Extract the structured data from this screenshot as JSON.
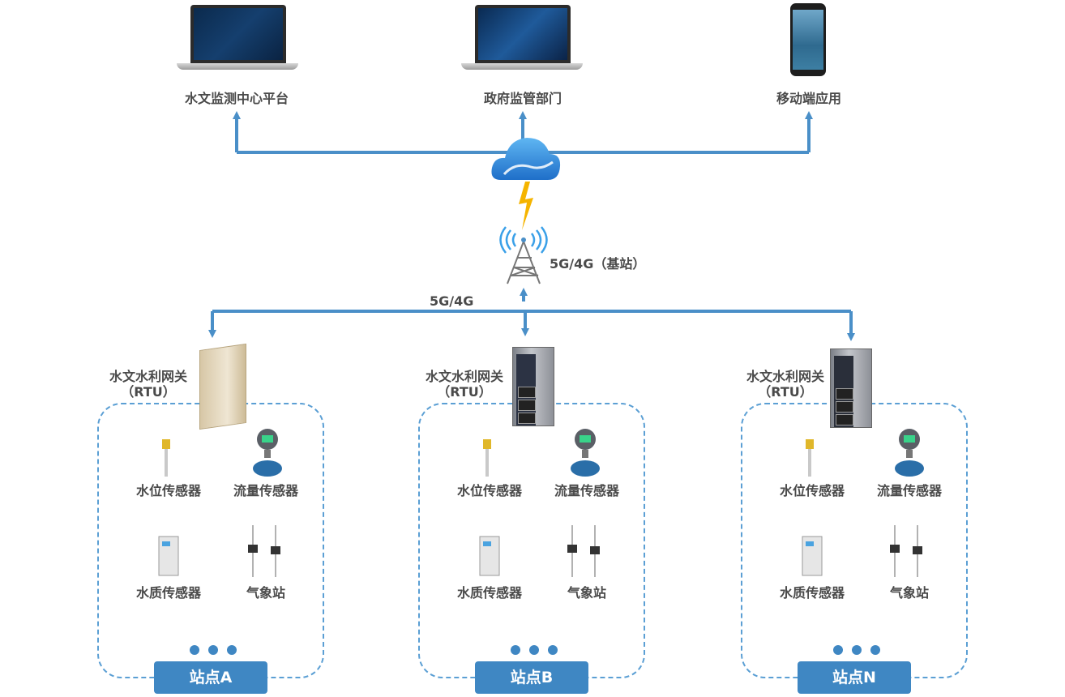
{
  "top_nodes": [
    {
      "label": "水文监测中心平台"
    },
    {
      "label": "政府监管部门"
    },
    {
      "label": "移动端应用"
    }
  ],
  "tower_label": "5G/4G（基站）",
  "link_label": "5G/4G",
  "stations": [
    {
      "gateway_line1": "水文水利网关",
      "gateway_line2": "（RTU）",
      "sensors": [
        "水位传感器",
        "流量传感器",
        "水质传感器",
        "气象站"
      ],
      "tag": "站点A"
    },
    {
      "gateway_line1": "水文水利网关",
      "gateway_line2": "（RTU）",
      "sensors": [
        "水位传感器",
        "流量传感器",
        "水质传感器",
        "气象站"
      ],
      "tag": "站点B"
    },
    {
      "gateway_line1": "水文水利网关",
      "gateway_line2": "（RTU）",
      "sensors": [
        "水位传感器",
        "流量传感器",
        "水质传感器",
        "气象站"
      ],
      "tag": "站点N"
    }
  ],
  "colors": {
    "line": "#4a8fc8",
    "tag": "#3f87c3",
    "cloud": "#2f8de0",
    "bolt": "#f5b400"
  }
}
